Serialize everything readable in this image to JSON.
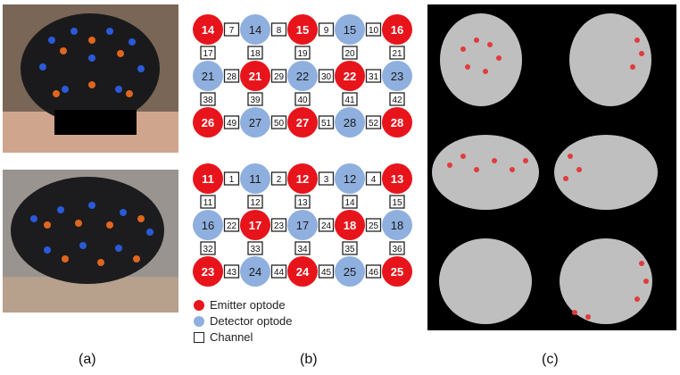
{
  "colors": {
    "emitter": "#e8141b",
    "detector": "#8fb0df",
    "channel_border": "#222222"
  },
  "grids": [
    {
      "node_rows": [
        [
          {
            "n": "14",
            "t": "E"
          },
          {
            "n": "14",
            "t": "D"
          },
          {
            "n": "15",
            "t": "E"
          },
          {
            "n": "15",
            "t": "D"
          },
          {
            "n": "16",
            "t": "E"
          }
        ],
        [
          {
            "n": "21",
            "t": "D"
          },
          {
            "n": "21",
            "t": "E"
          },
          {
            "n": "22",
            "t": "D"
          },
          {
            "n": "22",
            "t": "E"
          },
          {
            "n": "23",
            "t": "D"
          }
        ],
        [
          {
            "n": "26",
            "t": "E"
          },
          {
            "n": "27",
            "t": "D"
          },
          {
            "n": "27",
            "t": "E"
          },
          {
            "n": "28",
            "t": "D"
          },
          {
            "n": "28",
            "t": "E"
          }
        ]
      ],
      "h_channels": [
        [
          "7",
          "8",
          "9",
          "10"
        ],
        [
          "28",
          "29",
          "30",
          "31"
        ],
        [
          "49",
          "50",
          "51",
          "52"
        ]
      ],
      "v_channels": [
        [
          "17",
          "18",
          "19",
          "20",
          "21"
        ],
        [
          "38",
          "39",
          "40",
          "41",
          "42"
        ]
      ]
    },
    {
      "node_rows": [
        [
          {
            "n": "11",
            "t": "E"
          },
          {
            "n": "11",
            "t": "D"
          },
          {
            "n": "12",
            "t": "E"
          },
          {
            "n": "12",
            "t": "D"
          },
          {
            "n": "13",
            "t": "E"
          }
        ],
        [
          {
            "n": "16",
            "t": "D"
          },
          {
            "n": "17",
            "t": "E"
          },
          {
            "n": "17",
            "t": "D"
          },
          {
            "n": "18",
            "t": "E"
          },
          {
            "n": "18",
            "t": "D"
          }
        ],
        [
          {
            "n": "23",
            "t": "E"
          },
          {
            "n": "24",
            "t": "D"
          },
          {
            "n": "24",
            "t": "E"
          },
          {
            "n": "25",
            "t": "D"
          },
          {
            "n": "25",
            "t": "E"
          }
        ]
      ],
      "h_channels": [
        [
          "1",
          "2",
          "3",
          "4"
        ],
        [
          "22",
          "23",
          "24",
          "25"
        ],
        [
          "43",
          "44",
          "45",
          "46"
        ]
      ],
      "v_channels": [
        [
          "11",
          "12",
          "13",
          "14",
          "15"
        ],
        [
          "32",
          "33",
          "34",
          "35",
          "36"
        ]
      ]
    }
  ],
  "legend": {
    "emitter": "Emitter optode",
    "detector": "Detector optode",
    "channel": "Channel"
  },
  "labels": {
    "a": "(a)",
    "b": "(b)",
    "c": "(c)"
  }
}
